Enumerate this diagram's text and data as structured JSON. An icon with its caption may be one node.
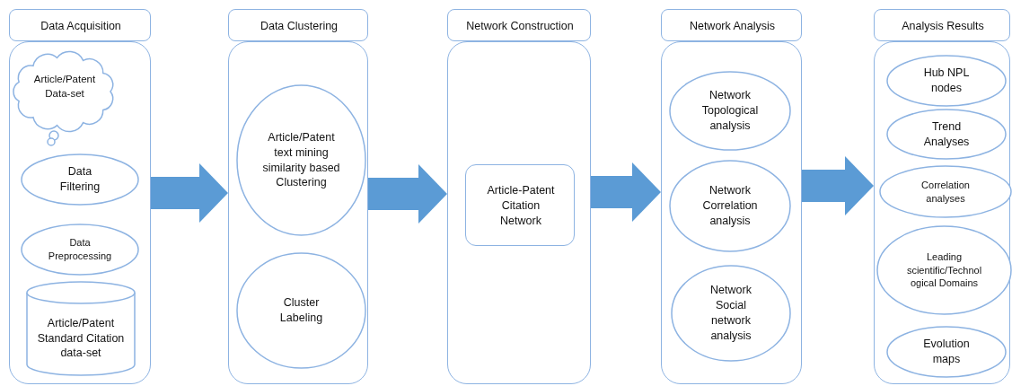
{
  "diagram": {
    "nodes": [
      {
        "text": [
          "Data Acquisition"
        ]
      },
      {
        "text": [],
        "shape": "box"
      },
      {
        "text": [
          "Article/Patent Data-set"
        ],
        "in": 1
      },
      {
        "text": [
          "Data Filtering"
        ],
        "in": 1
      },
      {
        "text": [
          "Data Preprocessing"
        ],
        "in": 1
      },
      {
        "text": [
          "Article/Patent Standard Citation data-set"
        ],
        "in": 1
      },
      {
        "text": [
          "Data Clustering"
        ]
      },
      {
        "text": [],
        "shape": "box"
      },
      {
        "text": [
          "Article/Patent text mining similarity based Clustering"
        ],
        "in": 7
      },
      {
        "text": [
          "Cluster Labeling"
        ],
        "in": 7
      },
      {
        "text": [
          "Network Construction"
        ]
      },
      {
        "text": [],
        "shape": "box"
      },
      {
        "text": [
          "Article-Patent Citation Network"
        ],
        "in": 11
      },
      {
        "text": [
          "Network Analysis"
        ]
      },
      {
        "text": [],
        "shape": "box"
      },
      {
        "text": [
          "Network Topological analysis"
        ],
        "in": 14
      },
      {
        "text": [
          "Network Correlation analysis"
        ],
        "in": 14
      },
      {
        "text": [
          "Network Social network analysis"
        ],
        "in": 14
      },
      {
        "text": [
          "Analysis Results"
        ]
      },
      {
        "text": [],
        "shape": "box"
      },
      {
        "text": [
          "Hub NPL nodes"
        ],
        "in": 19
      },
      {
        "text": [
          "Trend Analyses"
        ],
        "in": 19
      },
      {
        "text": [
          "Correlation analyses"
        ],
        "in": 19
      },
      {
        "text": [
          "Leading scientific/Technological Domains"
        ],
        "in": 19
      },
      {
        "text": [
          "Evolution maps"
        ],
        "in": 19
      }
    ],
    "edges": [
      {
        "from": 1,
        "to": 7,
        "arrow": "to"
      },
      {
        "from": 7,
        "to": 11,
        "arrow": "to"
      },
      {
        "from": 11,
        "to": 14,
        "arrow": "to"
      },
      {
        "from": 14,
        "to": 19,
        "arrow": "to"
      }
    ]
  }
}
